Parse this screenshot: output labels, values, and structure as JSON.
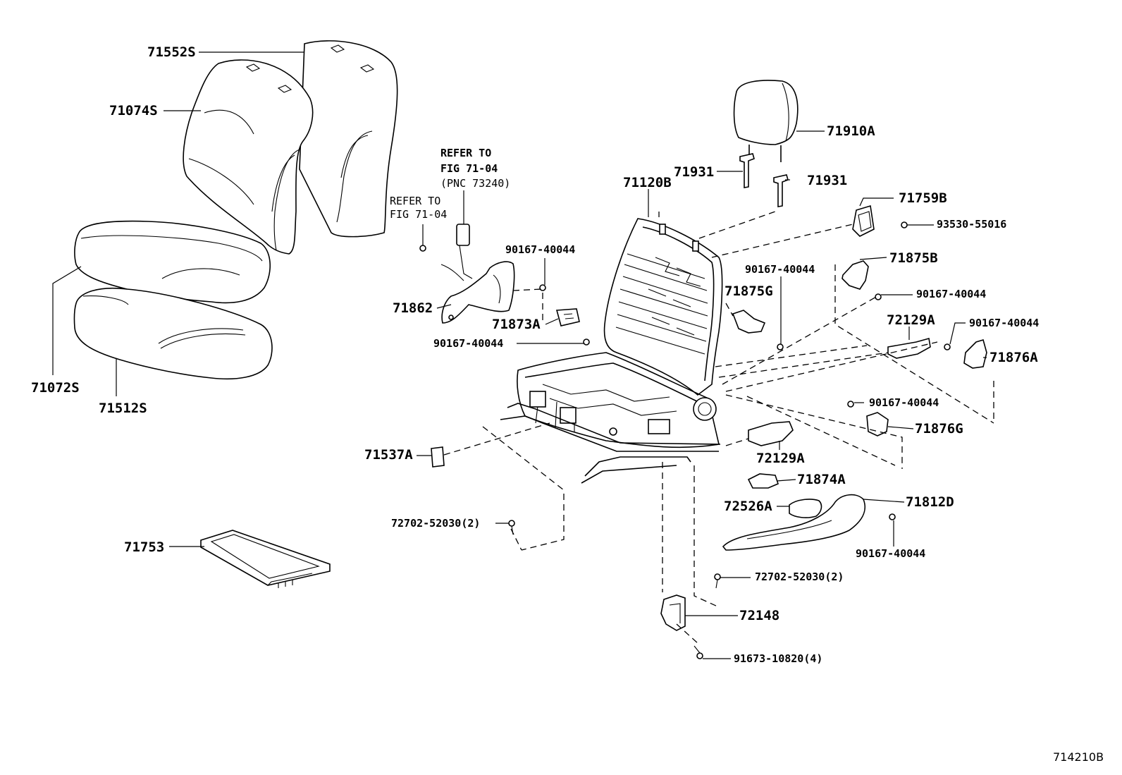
{
  "figure_id": "714210B",
  "labels": {
    "p71552S": "71552S",
    "p71074S": "71074S",
    "p71072S": "71072S",
    "p71512S": "71512S",
    "p71753": "71753",
    "p71537A": "71537A",
    "p72702_52030_a": "72702-52030(2)",
    "p72702_52030_b": "72702-52030(2)",
    "p71862": "71862",
    "p71873A": "71873A",
    "p90167_a": "90167-40044",
    "p90167_b": "90167-40044",
    "p90167_c": "90167-40044",
    "p90167_d": "90167-40044",
    "p90167_e": "90167-40044",
    "p90167_f": "90167-40044",
    "p90167_g": "90167-40044",
    "p71120B": "71120B",
    "p71931_a": "71931",
    "p71931_b": "71931",
    "p71910A": "71910A",
    "p71759B": "71759B",
    "p93530": "93530-55016",
    "p71875B": "71875B",
    "p71875G": "71875G",
    "p72129A_a": "72129A",
    "p72129A_b": "72129A",
    "p71876A": "71876A",
    "p71876G": "71876G",
    "p71874A": "71874A",
    "p72526A": "72526A",
    "p71812D": "71812D",
    "p72148": "72148",
    "p91673": "91673-10820(4)"
  },
  "references": {
    "ref1_line1": "REFER TO",
    "ref1_line2": "FIG 71-04",
    "ref1_line3": "(PNC 73240)",
    "ref2_line1": "REFER TO",
    "ref2_line2": "FIG  71-04"
  }
}
